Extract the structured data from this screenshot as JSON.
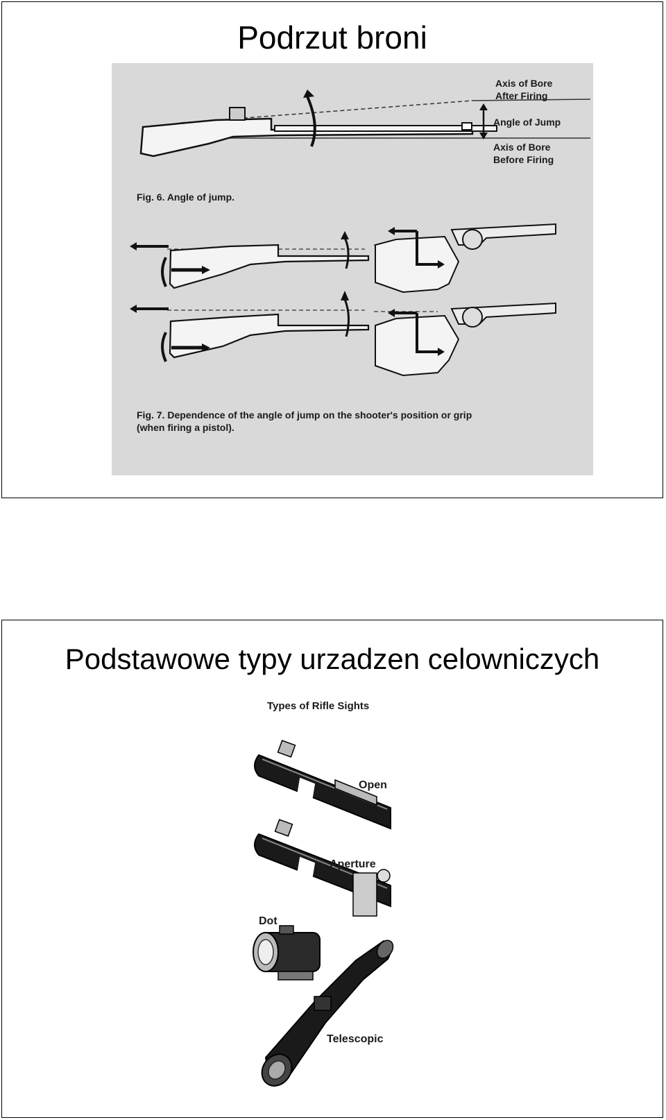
{
  "slide1": {
    "title": "Podrzut broni",
    "figure": {
      "fig6_labels": {
        "axis_after": [
          "Axis of Bore",
          "After Firing"
        ],
        "angle": "Angle of Jump",
        "axis_before": [
          "Axis of Bore",
          "Before Firing"
        ]
      },
      "fig6_caption": "Fig. 6. Angle of jump.",
      "fig7_caption": [
        "Fig. 7. Dependence of the angle of jump on the shooter's position or grip",
        "(when firing a pistol)."
      ]
    }
  },
  "slide2": {
    "title": "Podstawowe typy urzadzen celowniczych",
    "figure": {
      "heading": "Types of Rifle Sights",
      "labels": {
        "open": "Open",
        "aperture": "Aperture",
        "dot": "Dot",
        "telescopic": "Telescopic"
      }
    }
  }
}
